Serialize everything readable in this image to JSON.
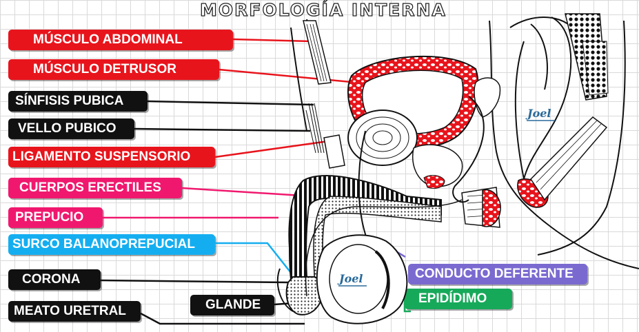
{
  "title": "MORFOLOGÍA  INTERNA",
  "watermark": "Joel",
  "labels": {
    "musculo_abdominal": "MÚSCULO ABDOMINAL",
    "musculo_detrusor": "MÚSCULO DETRUSOR",
    "sinfisis_pubica": "SÍNFISIS PUBICA",
    "vello_pubico": "VELLO PUBICO",
    "ligamento_suspensorio": "LIGAMENTO SUSPENSORIO",
    "cuerpos_erectiles": "CUERPOS ERECTILES",
    "prepucio": "PREPUCIO",
    "surco_balanoprepucial": "SURCO BALANOPREPUCIAL",
    "corona": "CORONA",
    "meato_uretral": "MEATO URETRAL",
    "glande": "GLANDE",
    "conducto_deferente": "CONDUCTO DEFERENTE",
    "epididimo": "EPIDÍDIMO"
  },
  "colors": {
    "red": "#e8141c",
    "black": "#111111",
    "pink": "#f0186e",
    "blue": "#14aef0",
    "purple": "#7a6ad0",
    "green": "#17a95a"
  }
}
